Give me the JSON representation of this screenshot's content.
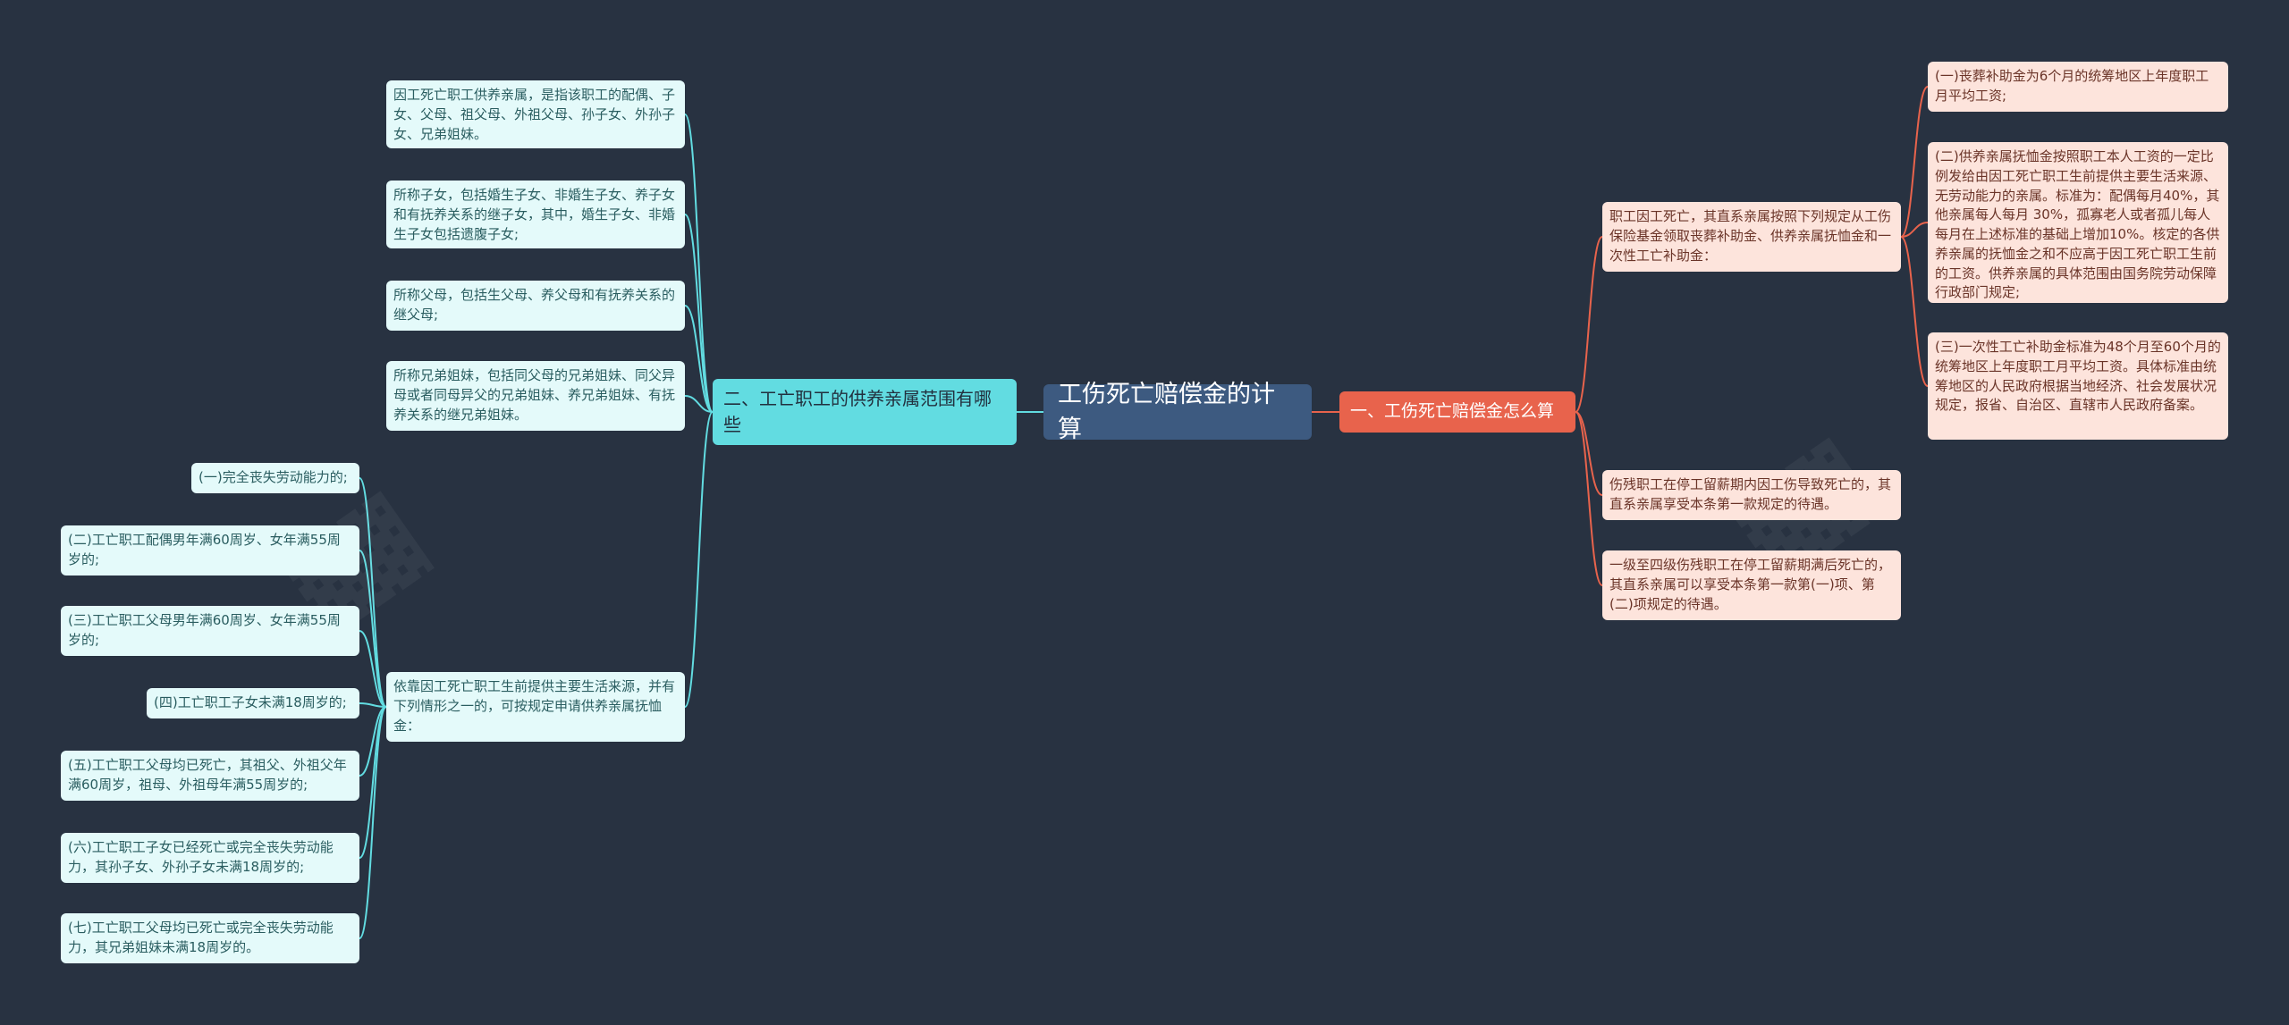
{
  "root": {
    "label": "工伤死亡赔偿金的计算"
  },
  "right_branch": {
    "label": "一、工伤死亡赔偿金怎么算",
    "children": [
      "职工因工死亡，其直系亲属按照下列规定从工伤保险基金领取丧葬补助金、供养亲属抚恤金和一次性工亡补助金：",
      "伤残职工在停工留薪期内因工伤导致死亡的，其直系亲属享受本条第一款规定的待遇。",
      "一级至四级伤残职工在停工留薪期满后死亡的，其直系亲属可以享受本条第一款第(一)项、第(二)项规定的待遇。"
    ],
    "grandchildren": [
      "(一)丧葬补助金为6个月的统筹地区上年度职工月平均工资;",
      "(二)供养亲属抚恤金按照职工本人工资的一定比例发给由因工死亡职工生前提供主要生活来源、无劳动能力的亲属。标准为：配偶每月40%，其他亲属每人每月 30%，孤寡老人或者孤儿每人每月在上述标准的基础上增加10%。核定的各供养亲属的抚恤金之和不应高于因工死亡职工生前的工资。供养亲属的具体范围由国务院劳动保障行政部门规定;",
      "(三)一次性工亡补助金标准为48个月至60个月的统筹地区上年度职工月平均工资。具体标准由统筹地区的人民政府根据当地经济、社会发展状况规定，报省、自治区、直辖市人民政府备案。"
    ]
  },
  "left_branch": {
    "label": "二、工亡职工的供养亲属范围有哪些",
    "children": [
      "因工死亡职工供养亲属，是指该职工的配偶、子女、父母、祖父母、外祖父母、孙子女、外孙子女、兄弟姐妹。",
      "所称子女，包括婚生子女、非婚生子女、养子女和有抚养关系的继子女，其中，婚生子女、非婚生子女包括遗腹子女;",
      "所称父母，包括生父母、养父母和有抚养关系的继父母;",
      "所称兄弟姐妹，包括同父母的兄弟姐妹、同父异母或者同母异父的兄弟姐妹、养兄弟姐妹、有抚养关系的继兄弟姐妹。",
      "依靠因工死亡职工生前提供主要生活来源，并有下列情形之一的，可按规定申请供养亲属抚恤金："
    ],
    "grandchildren": [
      "(一)完全丧失劳动能力的;",
      "(二)工亡职工配偶男年满60周岁、女年满55周岁的;",
      "(三)工亡职工父母男年满60周岁、女年满55周岁的;",
      "(四)工亡职工子女未满18周岁的;",
      "(五)工亡职工父母均已死亡，其祖父、外祖父年满60周岁，祖母、外祖母年满55周岁的;",
      "(六)工亡职工子女已经死亡或完全丧失劳动能力，其孙子女、外孙子女未满18周岁的;",
      "(七)工亡职工父母均已死亡或完全丧失劳动能力，其兄弟姐妹未满18周岁的。"
    ]
  },
  "colors": {
    "background": "#283241",
    "root": "#3d5a80",
    "right_accent": "#e8634c",
    "left_accent": "#62dce1"
  }
}
